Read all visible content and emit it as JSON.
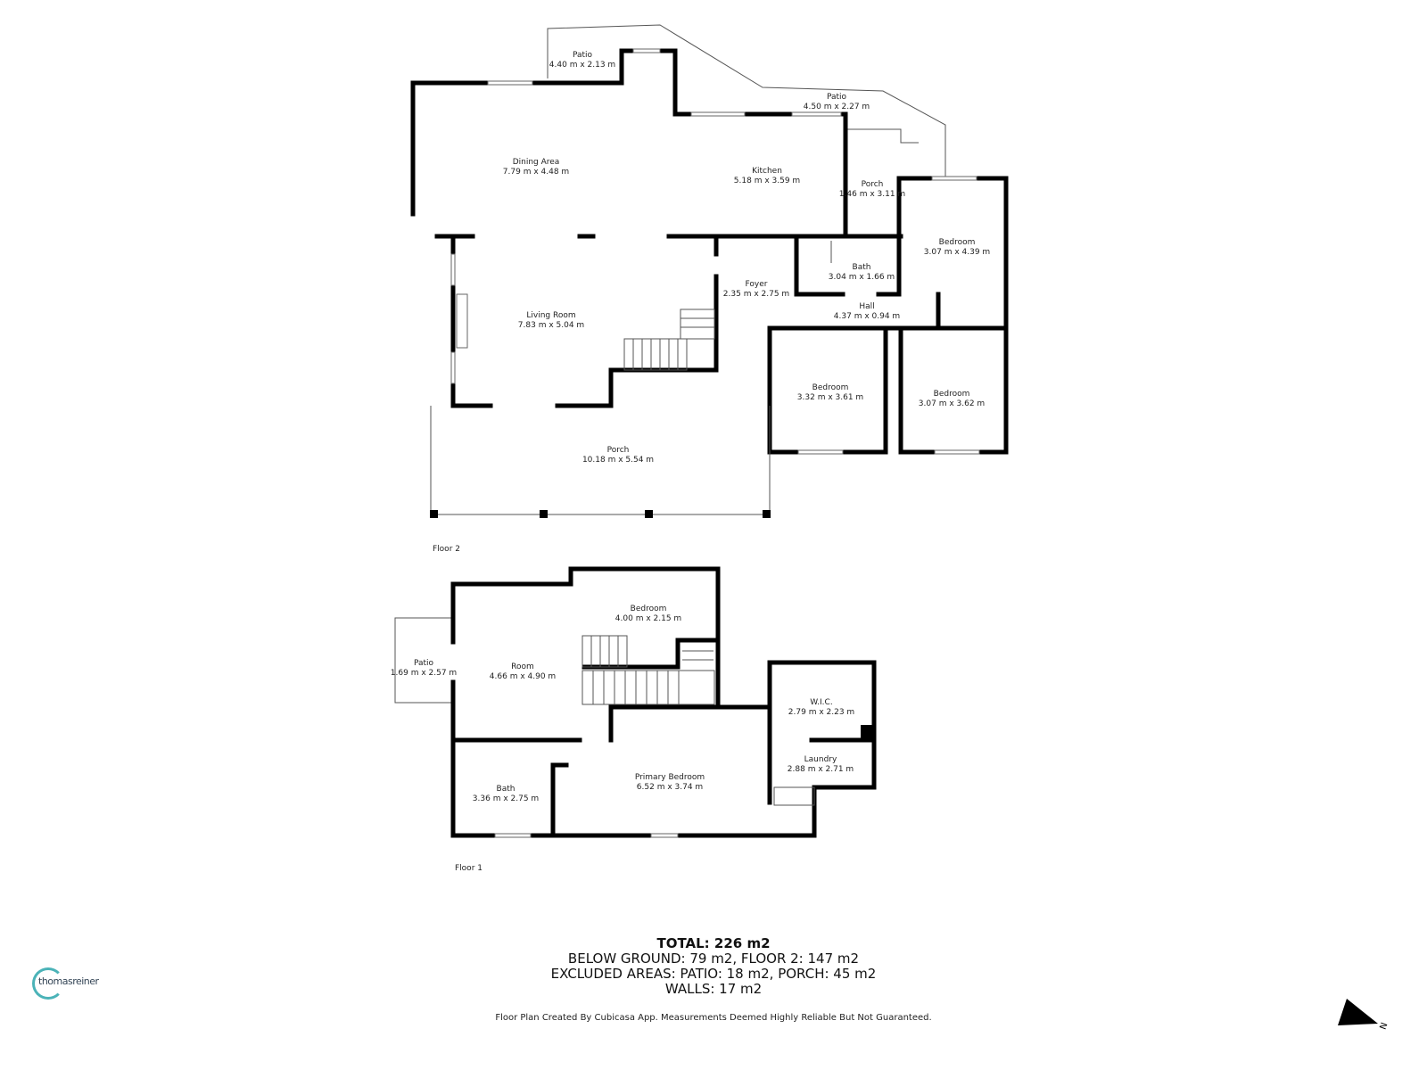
{
  "floor2": {
    "label": "Floor 2",
    "rooms": [
      {
        "name": "Patio",
        "dims": "4.40 m x 2.13 m"
      },
      {
        "name": "Patio",
        "dims": "4.50 m x 2.27 m"
      },
      {
        "name": "Dining Area",
        "dims": "7.79 m x 4.48 m"
      },
      {
        "name": "Kitchen",
        "dims": "5.18 m x 3.59 m"
      },
      {
        "name": "Porch",
        "dims": "1.46 m x 3.11 m"
      },
      {
        "name": "Bedroom",
        "dims": "3.07 m x 4.39 m"
      },
      {
        "name": "Bath",
        "dims": "3.04 m x 1.66 m"
      },
      {
        "name": "Foyer",
        "dims": "2.35 m x 2.75 m"
      },
      {
        "name": "Hall",
        "dims": "4.37 m x 0.94 m"
      },
      {
        "name": "Living Room",
        "dims": "7.83 m x 5.04 m"
      },
      {
        "name": "Bedroom",
        "dims": "3.32 m x 3.61 m"
      },
      {
        "name": "Bedroom",
        "dims": "3.07 m x 3.62 m"
      },
      {
        "name": "Porch",
        "dims": "10.18 m x 5.54 m"
      }
    ]
  },
  "floor1": {
    "label": "Floor 1",
    "rooms": [
      {
        "name": "Bedroom",
        "dims": "4.00 m x 2.15 m"
      },
      {
        "name": "Patio",
        "dims": "1.69 m x 2.57 m"
      },
      {
        "name": "Room",
        "dims": "4.66 m x 4.90 m"
      },
      {
        "name": "W.I.C.",
        "dims": "2.79 m x 2.23 m"
      },
      {
        "name": "Laundry",
        "dims": "2.88 m x 2.71 m"
      },
      {
        "name": "Bath",
        "dims": "3.36 m x 2.75 m"
      },
      {
        "name": "Primary Bedroom",
        "dims": "6.52 m x 3.74 m"
      }
    ]
  },
  "summary": {
    "total": "TOTAL: 226 m2",
    "levels": "BELOW GROUND: 79 m2, FLOOR 2: 147 m2",
    "excluded": "EXCLUDED AREAS: PATIO: 18 m2, PORCH: 45 m2",
    "walls": "WALLS: 17 m2"
  },
  "disclaimer": "Floor Plan Created By Cubicasa App. Measurements Deemed Highly Reliable But Not Guaranteed.",
  "logo": {
    "text": "thomasreiner",
    "accent": "#4bb3b8"
  },
  "compass": {
    "icon": "north-arrow-icon",
    "letter": "N"
  }
}
